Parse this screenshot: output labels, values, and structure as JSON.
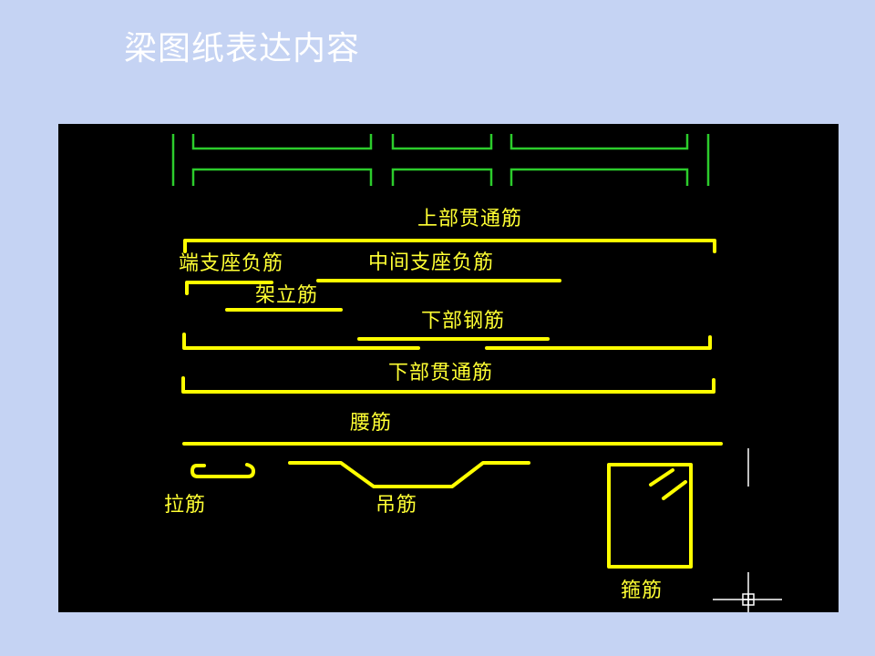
{
  "slide": {
    "title": "梁图纸表达内容",
    "background_color": "#c5d3f3",
    "title_color": "#ffffff"
  },
  "drawing": {
    "background_color": "#000000",
    "line_color_rebar": "#ffff00",
    "line_color_support": "#22cc22",
    "labels": {
      "top_continuous": "上部贯通筋",
      "end_support_negative": "端支座负筋",
      "middle_support_negative": "中间支座负筋",
      "erection_bar": "架立筋",
      "bottom_bar": "下部钢筋",
      "bottom_continuous": "下部贯通筋",
      "waist_bar": "腰筋",
      "tie_bar": "拉筋",
      "hanger_bar": "吊筋",
      "stirrup": "箍筋"
    }
  }
}
